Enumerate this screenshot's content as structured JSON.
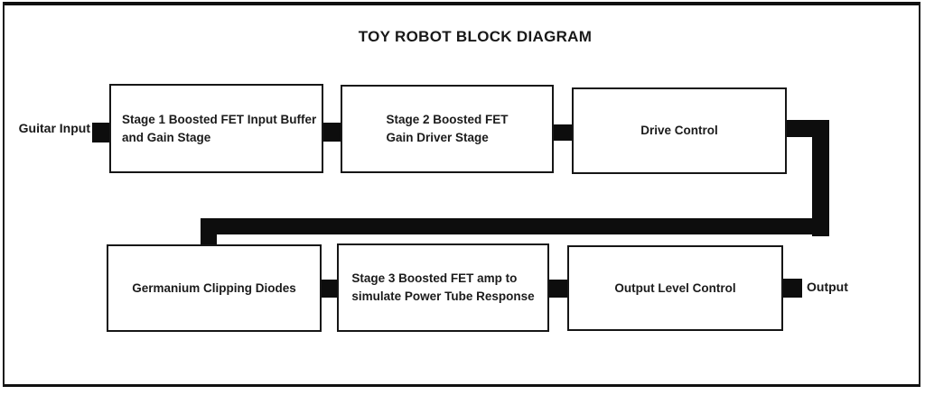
{
  "title": "TOY ROBOT BLOCK DIAGRAM",
  "labels": {
    "input": "Guitar Input",
    "output": "Output"
  },
  "blocks": [
    {
      "id": "stage1-input-buffer",
      "lines": [
        "Stage 1 Boosted FET Input Buffer",
        "and Gain Stage"
      ]
    },
    {
      "id": "stage2-gain-driver",
      "lines": [
        "Stage 2 Boosted FET",
        "Gain Driver Stage"
      ]
    },
    {
      "id": "drive-control",
      "lines": [
        "Drive Control"
      ]
    },
    {
      "id": "germanium-diodes",
      "lines": [
        "Germanium Clipping Diodes"
      ]
    },
    {
      "id": "stage3-power-tube",
      "lines": [
        "Stage 3 Boosted FET amp to",
        "simulate Power Tube Response"
      ]
    },
    {
      "id": "output-level",
      "lines": [
        "Output Level Control"
      ]
    }
  ],
  "colors": {
    "line": "#0d0d0d",
    "border": "#161616",
    "background": "#ffffff",
    "text": "#1b1b1b"
  }
}
